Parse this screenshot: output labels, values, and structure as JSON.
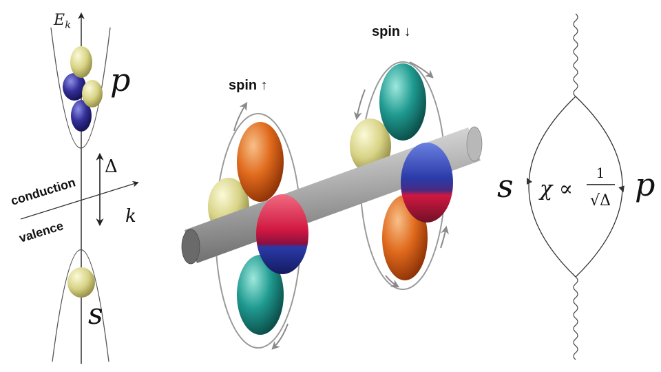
{
  "band_diagram": {
    "energy_axis_label": "E",
    "energy_axis_subscript": "k",
    "momentum_axis_label": "k",
    "gap_label": "Δ",
    "conduction_label": "conduction",
    "valence_label": "valence",
    "upper_orbital_label": "p",
    "lower_orbital_label": "s"
  },
  "orbital_rod": {
    "spin_up_label": "spin ↑",
    "spin_down_label": "spin ↓",
    "colors": {
      "rod": "#a9a9a9",
      "orange": "#e06a1c",
      "teal": "#1f9a90",
      "pale": "#d9d48a",
      "red": "#d01840",
      "blue": "#2a3aa8"
    }
  },
  "feynman_diagram": {
    "left_label": "s",
    "right_label": "p",
    "susceptibility_symbol": "χ ∝",
    "fraction_numerator": "1",
    "fraction_denominator": "√Δ"
  }
}
